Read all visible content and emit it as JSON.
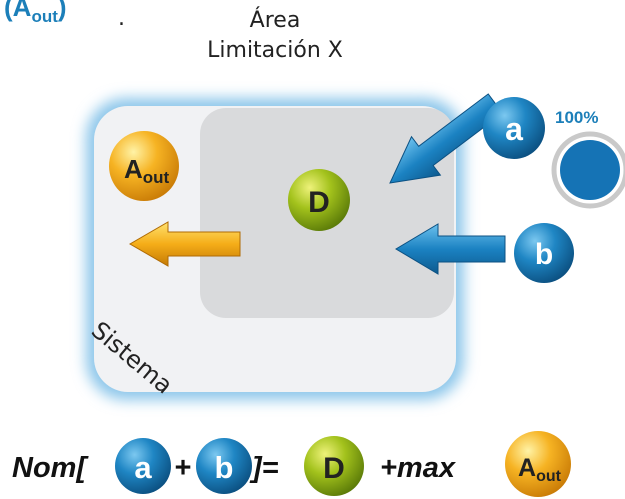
{
  "header": {
    "top_left_label": "(A",
    "top_left_sub": "out",
    "top_left_close": ")",
    "top_dot": ".",
    "area_line1": "Área",
    "area_line2": "Limitación X"
  },
  "progress": {
    "label": "100%",
    "value": 1.0
  },
  "diagram": {
    "system_label": "Sistema",
    "node_a": "a",
    "node_b": "b",
    "node_d": "D",
    "node_aout": "A",
    "node_aout_sub": "out"
  },
  "formula": {
    "prefix": "Nom[",
    "a": "a",
    "plus": "+",
    "b": "b",
    "close_eq": "]=",
    "d": "D",
    "plus_max": "+max",
    "aout": "A",
    "aout_sub": "out"
  },
  "colors": {
    "blue": "#1c7fb9",
    "green": "#9ab81a",
    "orange": "#f2a81d",
    "system_bg": "#f1f2f4",
    "limit_bg": "#d9dadc",
    "glow": "#8cc6ea"
  }
}
